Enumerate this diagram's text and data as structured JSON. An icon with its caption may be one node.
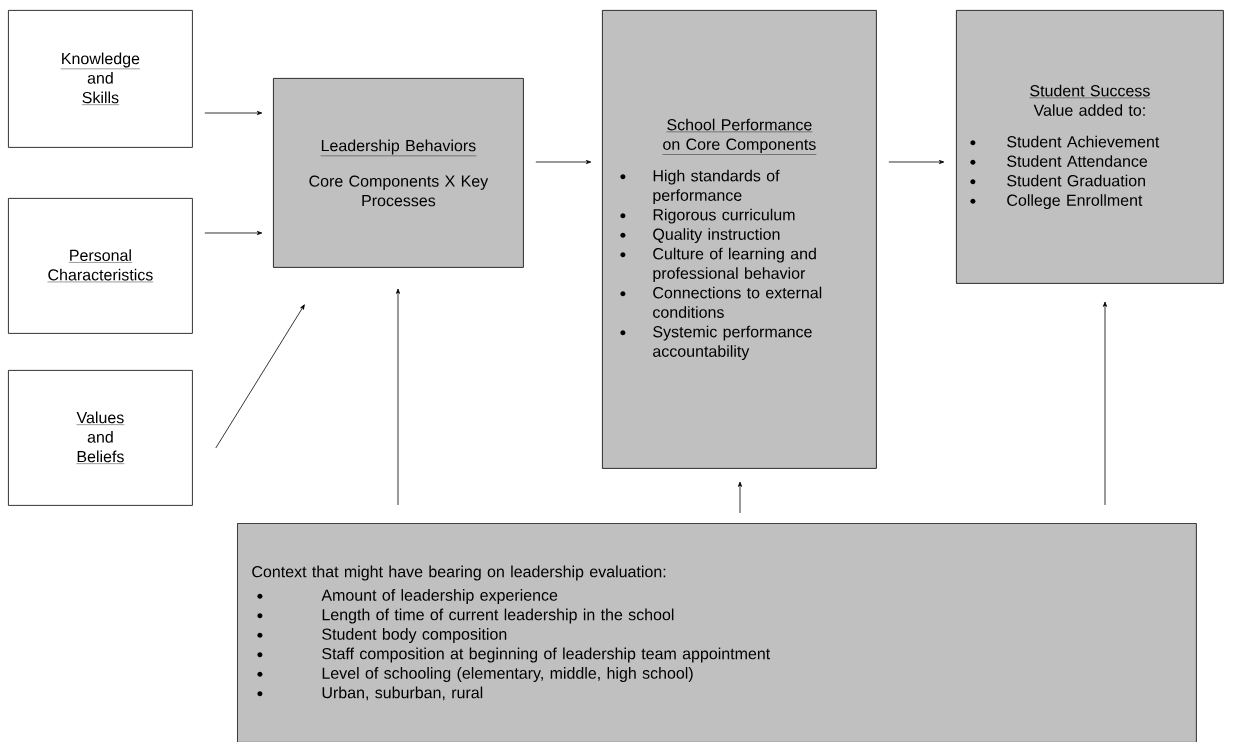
{
  "diagram": {
    "nodes": [
      {
        "text": [
          "Knowledge",
          "and",
          "Skills"
        ]
      },
      {
        "text": [
          "Personal",
          "Characteristics"
        ]
      },
      {
        "text": [
          "Values",
          "and",
          "Beliefs"
        ]
      },
      {
        "text": [
          "Leadership Behaviors",
          "Core Components X Key Processes"
        ]
      },
      {
        "text": [
          "School Performance",
          "on Core Components",
          "High standards of performance",
          "Rigorous curriculum",
          "Quality instruction",
          "Culture of learning and professional behavior",
          "Connections to external conditions",
          "Systemic performance accountability"
        ]
      },
      {
        "text": [
          "Student Success",
          "Value added to:",
          "Student Achievement",
          "Student Attendance",
          "Student Graduation",
          "College Enrollment"
        ]
      },
      {
        "text": [
          "Context that might have bearing on leadership evaluation:",
          "Amount of leadership experience",
          "Length of time of current leadership in the school",
          "Student body composition",
          "Staff composition at beginning of leadership team appointment",
          "Level of schooling (elementary, middle, high school)",
          "Urban, suburban, rural"
        ]
      }
    ],
    "edges": [
      {
        "from": 0,
        "to": 3,
        "arrow": "to"
      },
      {
        "from": 1,
        "to": 3,
        "arrow": "to"
      },
      {
        "from": 2,
        "to": 3,
        "arrow": "to"
      },
      {
        "from": 6,
        "to": 3,
        "arrow": "to"
      },
      {
        "from": 3,
        "to": 4,
        "arrow": "to"
      },
      {
        "from": 4,
        "to": 5,
        "arrow": "to"
      },
      {
        "from": 6,
        "to": 4,
        "arrow": "to"
      },
      {
        "from": 6,
        "to": 5,
        "arrow": "to"
      }
    ]
  }
}
